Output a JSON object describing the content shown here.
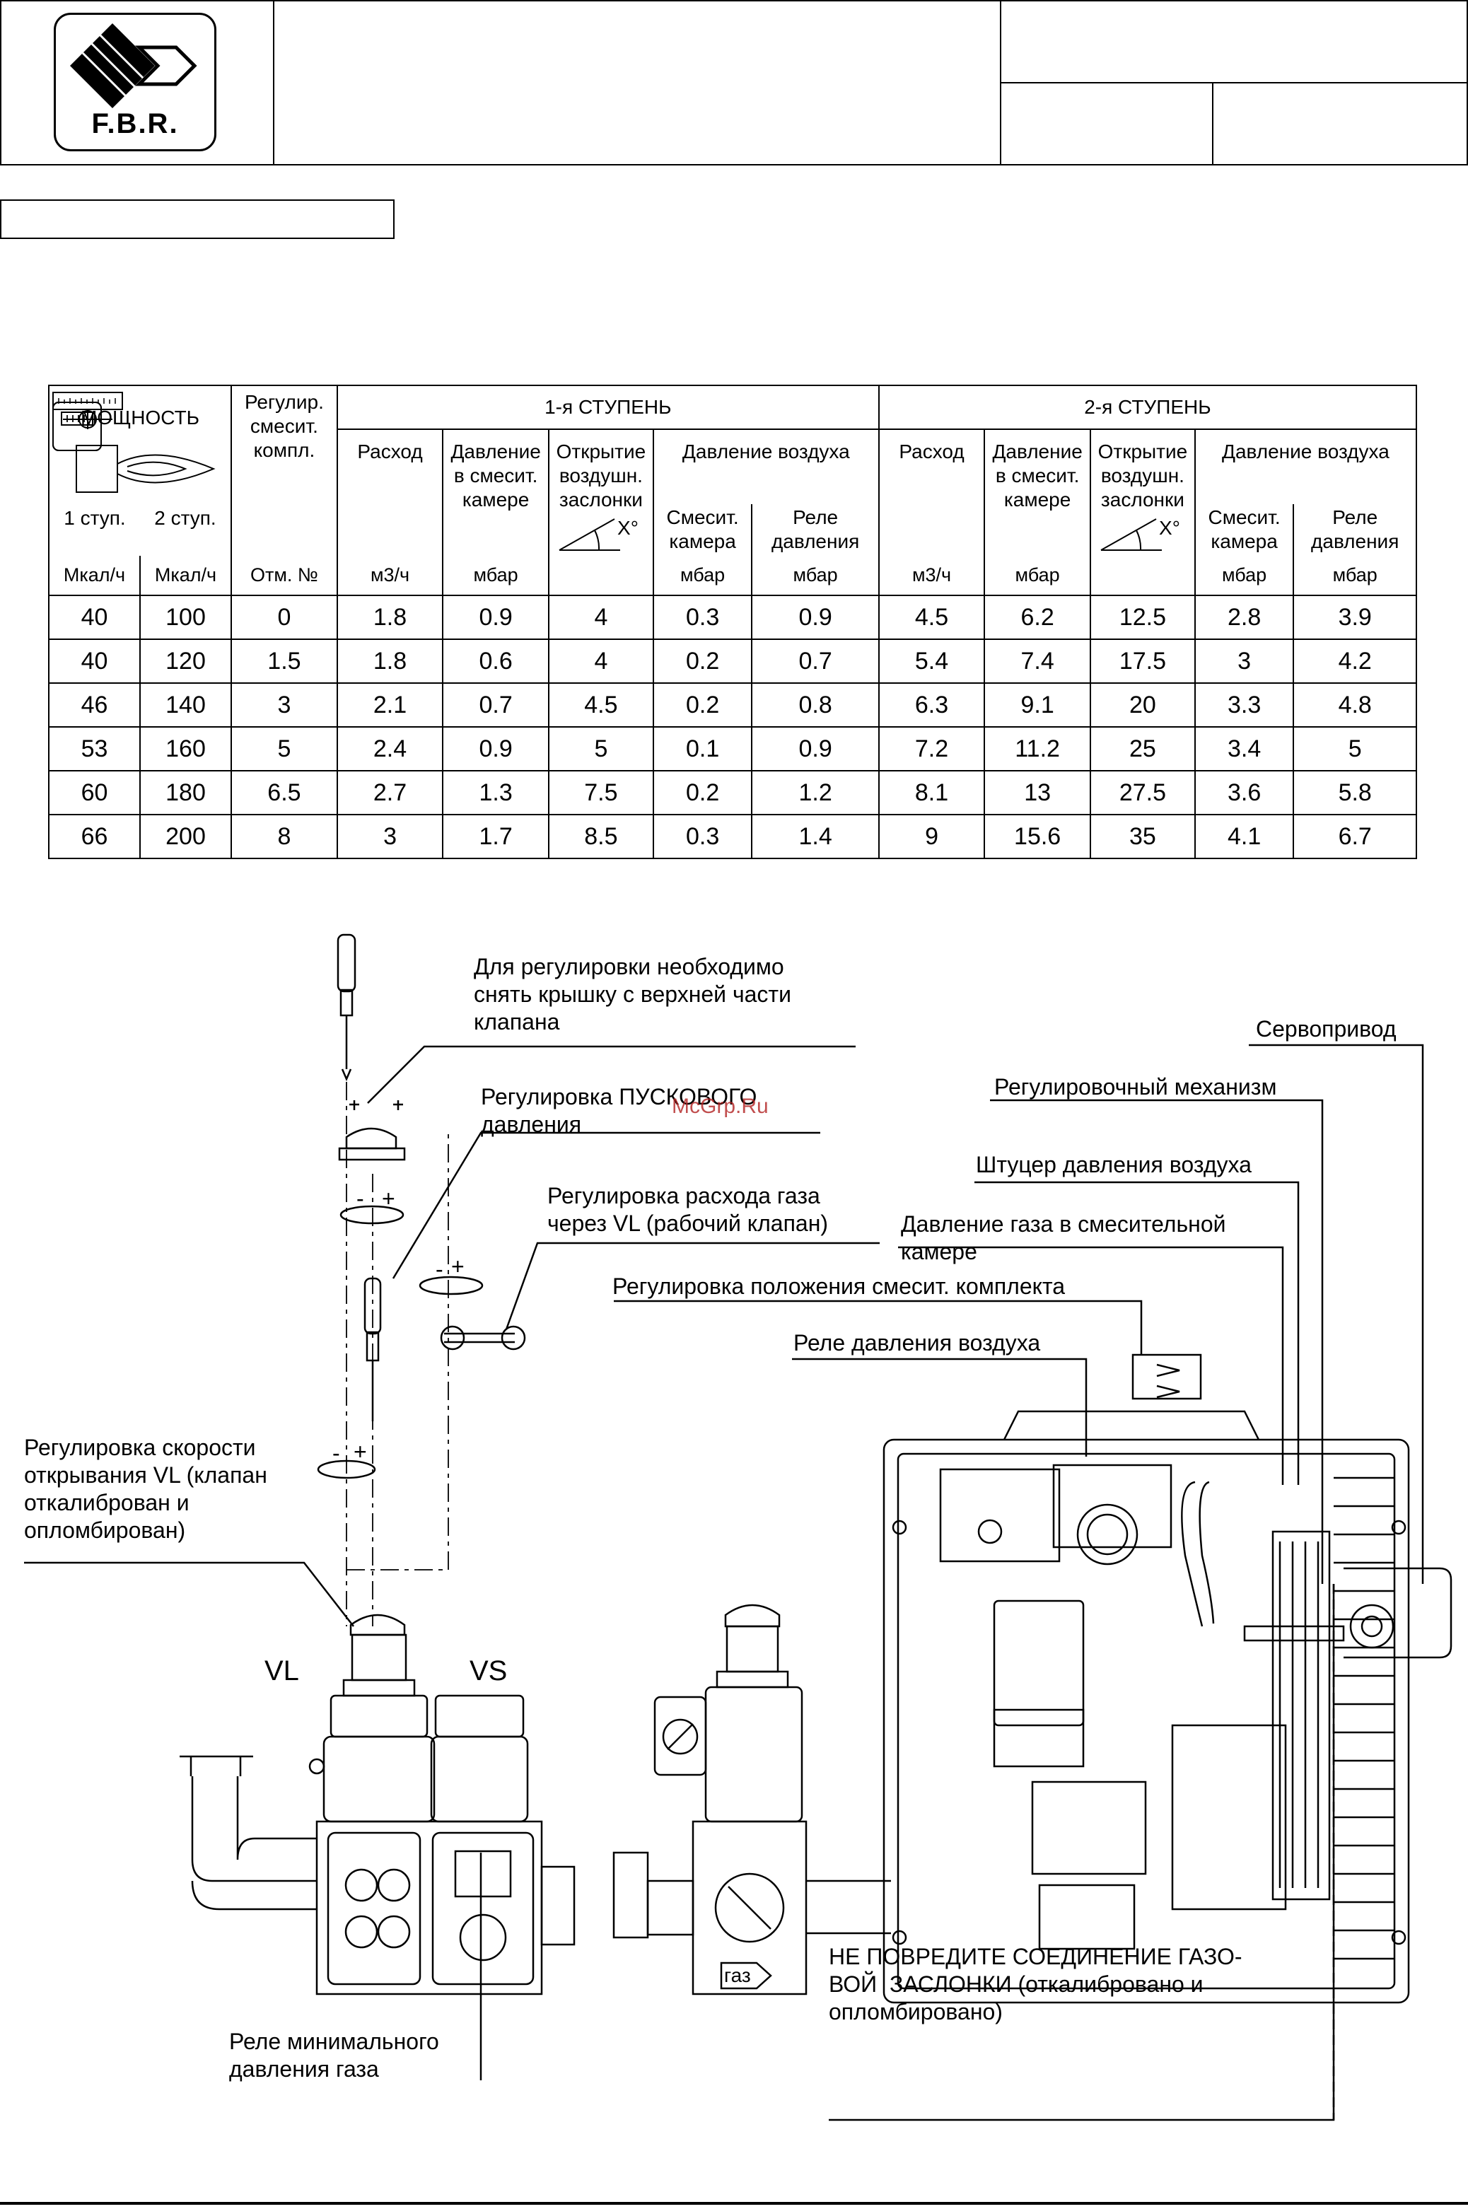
{
  "logo": {
    "text": "F.B.R."
  },
  "watermark": "McGrp.Ru",
  "table": {
    "head": {
      "power": "МОЩНОСТЬ",
      "stage1_short": "1 ступ.",
      "stage2_short": "2 ступ.",
      "mixer_adj": "Регулир. смесит. компл.",
      "stage1": "1-я СТУПЕНЬ",
      "stage2": "2-я СТУПЕНЬ",
      "flow": "Расход",
      "mix_pressure": "Давление в смесит. камере",
      "air_opening": "Открытие воздушн. заслонки",
      "air_pressure": "Давление воздуха",
      "mix_chamber": "Смесит. камера",
      "pressure_relay": "Реле давления",
      "angle": "X°"
    },
    "units": {
      "mcal1": "Мкал/ч",
      "mcal2": "Мкал/ч",
      "mark": "Отм. №",
      "m3": "м3/ч",
      "mbar": "мбар"
    },
    "rows": [
      [
        "40",
        "100",
        "0",
        "1.8",
        "0.9",
        "4",
        "0.3",
        "0.9",
        "4.5",
        "6.2",
        "12.5",
        "2.8",
        "3.9"
      ],
      [
        "40",
        "120",
        "1.5",
        "1.8",
        "0.6",
        "4",
        "0.2",
        "0.7",
        "5.4",
        "7.4",
        "17.5",
        "3",
        "4.2"
      ],
      [
        "46",
        "140",
        "3",
        "2.1",
        "0.7",
        "4.5",
        "0.2",
        "0.8",
        "6.3",
        "9.1",
        "20",
        "3.3",
        "4.8"
      ],
      [
        "53",
        "160",
        "5",
        "2.4",
        "0.9",
        "5",
        "0.1",
        "0.9",
        "7.2",
        "11.2",
        "25",
        "3.4",
        "5"
      ],
      [
        "60",
        "180",
        "6.5",
        "2.7",
        "1.3",
        "7.5",
        "0.2",
        "1.2",
        "8.1",
        "13",
        "27.5",
        "3.6",
        "5.8"
      ],
      [
        "66",
        "200",
        "8",
        "3",
        "1.7",
        "8.5",
        "0.3",
        "1.4",
        "9",
        "15.6",
        "35",
        "4.1",
        "6.7"
      ]
    ]
  },
  "diagram": {
    "cover_note": "Для регулировки необходимо\nснять крышку с верхней части\nклапана",
    "start_pressure": "Регулировка ПУСКОВОГО\nдавления",
    "gas_flow_adj": "Регулировка расхода газа\nчерез VL (рабочий клапан)",
    "vl_speed": "Регулировка скорости\nоткрывания VL (клапан\nоткалиброван и\nопломбирован)",
    "vl": "VL",
    "vs": "VS",
    "min_gas_relay": "Реле минимального\nдавления газа",
    "servo": "Сервопривод",
    "adj_mechanism": "Регулировочный механизм",
    "air_fitting": "Штуцер давления воздуха",
    "mix_gas_pressure": "Давление газа в смесительной\nкамере",
    "mixer_position": "Регулировка положения смесит. комплекта",
    "air_relay": "Реле давления воздуха",
    "gas_tag": "газ",
    "damper_warning": "НЕ ПОВРЕДИТЕ СОЕДИНЕНИЕ ГАЗО-\nВОЙ  ЗАСЛОНКИ (откалибровано и\nопломбировано)",
    "minus": "-",
    "plus": "+"
  }
}
